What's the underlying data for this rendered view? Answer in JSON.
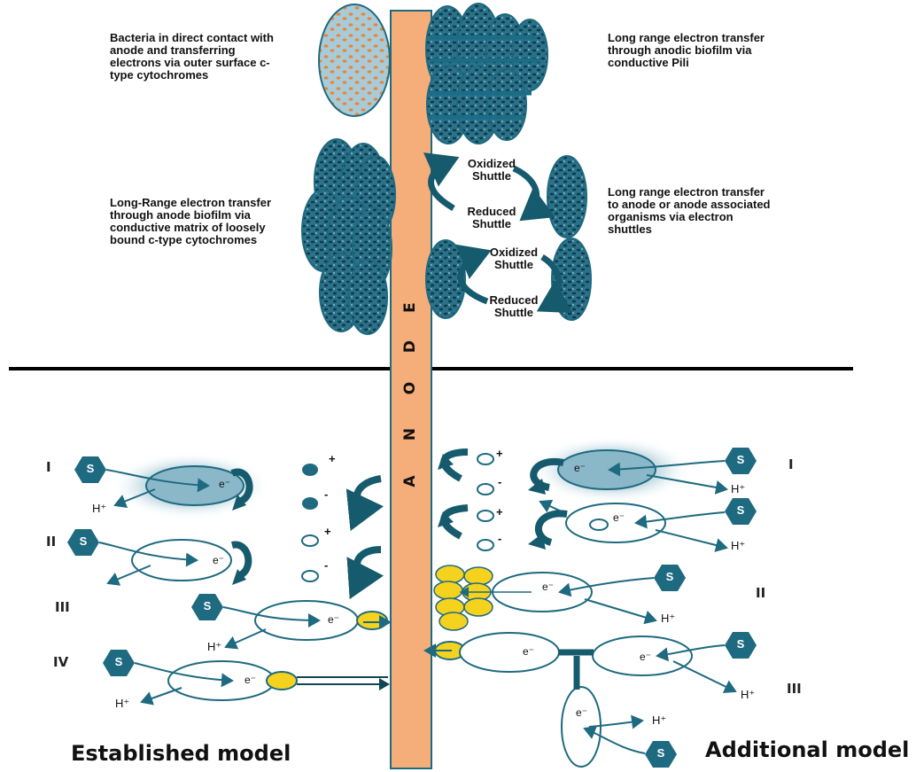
{
  "anode": {
    "letters": [
      "A",
      "N",
      "O",
      "D",
      "E"
    ],
    "color": "#f5ad7a"
  },
  "annotations": {
    "top_left": "Bacteria in direct contact with anode and transferring electrons via outer surface c-type cytochromes",
    "top_right": "Long range electron transfer through anodic biofilm via conductive Pili",
    "mid_left": "Long-Range electron transfer through anode biofilm via conductive matrix of loosely bound c-type cytochromes",
    "mid_right": "Long range electron transfer to anode or anode associated organisms via electron shuttles"
  },
  "shuttles": {
    "oxidized": "Oxidized Shuttle",
    "reduced": "Reduced Shuttle"
  },
  "models": {
    "established": "Established model",
    "additional": "Additional model"
  },
  "labels": {
    "substrate": "S",
    "electron": "e⁻",
    "proton": "H⁺",
    "plus": "+",
    "minus": "-",
    "roman_established": [
      "I",
      "II",
      "III",
      "IV"
    ],
    "roman_additional": [
      "I",
      "II",
      "III"
    ]
  },
  "colors": {
    "teal": "#1e6a80",
    "dark_teal": "#155a6d",
    "light_teal": "#8ab8c8",
    "cell_fill": "#ffffff",
    "cytochrome": "#f5d21e",
    "glow": "#5a98ad"
  }
}
